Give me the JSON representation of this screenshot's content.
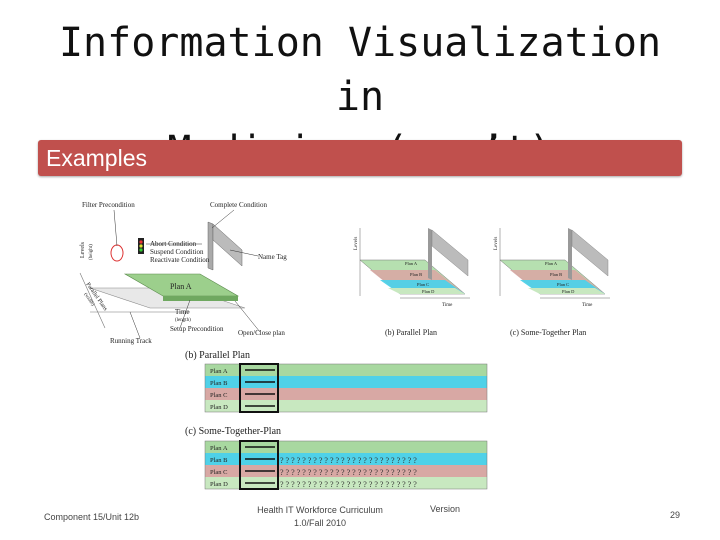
{
  "slide": {
    "title_line1": "Information Visualization in",
    "title_line2": "Medicine (con’t)",
    "bar_label": "Examples"
  },
  "figure": {
    "left_diagram": {
      "filter_precondition": "Filter Precondition",
      "complete_condition": "Complete Condition",
      "abort_condition": "Abort Condition",
      "suspend_condition": "Suspend Condition",
      "reactivate_condition": "Reactivate Condition",
      "name_tag": "Name Tag",
      "plan_label": "Plan A",
      "time_label": "Time",
      "time_sub": "(length)",
      "setup_precondition": "Setup Precondition",
      "open_close_plan": "Open/Close plan",
      "running_track": "Running Track",
      "levels": "Levels",
      "levels_sub": "(height)",
      "parallel_plans": "Parallel Plans",
      "parallel_plans_sub": "(width)"
    },
    "b_diagram": {
      "caption": "(b) Parallel Plan",
      "plans": [
        "Plan A",
        "Plan B",
        "Plan C",
        "Plan D"
      ],
      "levels": "Levels",
      "time": "Time"
    },
    "c_diagram": {
      "caption": "(c) Some-Together Plan",
      "plans": [
        "Plan A",
        "Plan B",
        "Plan C",
        "Plan D"
      ],
      "levels": "Levels",
      "time": "Time"
    },
    "lower_b": {
      "title": "(b) Parallel Plan",
      "rows": [
        "Plan A",
        "Plan B",
        "Plan C",
        "Plan D"
      ]
    },
    "lower_c": {
      "title": "(c) Some-Together-Plan",
      "rows": [
        "Plan A",
        "Plan B",
        "Plan C",
        "Plan D"
      ]
    }
  },
  "footer": {
    "left": "Component 15/Unit 12b",
    "center_line1": "Health IT Workforce Curriculum",
    "center_line2": "1.0/Fall 2010",
    "version": "Version",
    "page": "29"
  },
  "colors": {
    "bar": "#c0504d",
    "plan_green": "#a8d8a0",
    "plan_cyan": "#4fd1e8",
    "plan_pink": "#d8a8a4",
    "plan_light_green": "#c8e8c0"
  }
}
